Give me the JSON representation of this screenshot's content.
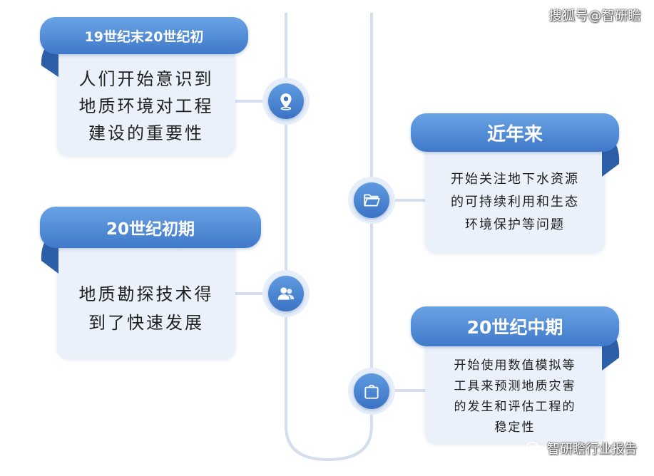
{
  "watermarks": {
    "top": "搜狐号@智研瞻",
    "bottom": "智研瞻行业报告"
  },
  "colors": {
    "banner": "#4a86d4",
    "card": "#eaf1fb",
    "track": "#d4deed",
    "text": "#1f1f1f"
  },
  "timeline": [
    {
      "period": "19世纪末20世纪初",
      "lines": [
        "人们开始意识到",
        "地质环境对工程",
        "建设的重要性"
      ],
      "icon": "location-pin-icon"
    },
    {
      "period": "20世纪初期",
      "lines": [
        "地质勘探技术得",
        "到了快速发展"
      ],
      "icon": "users-icon"
    },
    {
      "period": "近年来",
      "lines": [
        "开始关注地下水资源",
        "的可持续利用和生态",
        "环境保护等问题"
      ],
      "icon": "folder-icon"
    },
    {
      "period": "20世纪中期",
      "lines": [
        "开始使用数值模拟等",
        "工具来预测地质灾害",
        "的发生和评估工程的",
        "稳定性"
      ],
      "icon": "shopping-bag-icon"
    }
  ]
}
